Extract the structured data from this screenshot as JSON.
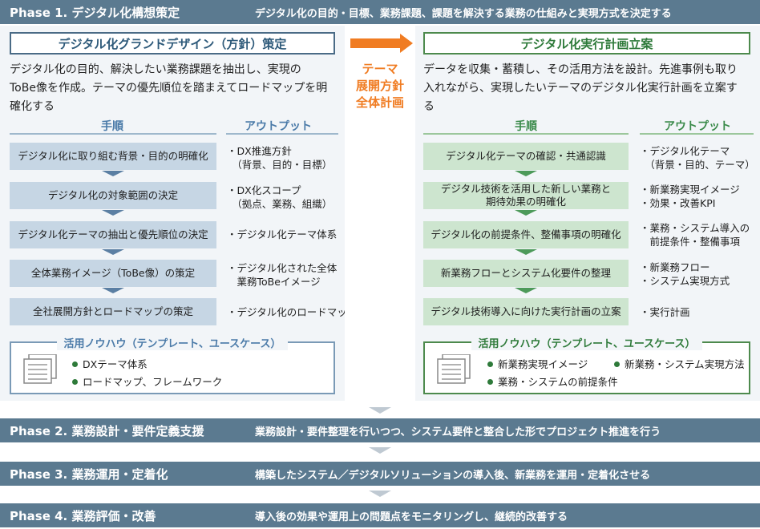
{
  "phase1": {
    "title": "Phase 1. デジタル化構想策定",
    "desc": "デジタル化の目的・目標、業務課題、課題を解決する業務の仕組みと実現方式を決定する"
  },
  "left": {
    "heading": "デジタル化グランドデザイン（方針）策定",
    "para": [
      "デジタル化の目的、解決したい業務課題を抽出し、実現の",
      "ToBe像を作成。テーマの優先順位を踏まえてロードマップを明",
      "確化する"
    ],
    "steps_header": "手順",
    "outputs_header": "アウトプット",
    "steps": [
      "デジタル化に取り組む背景・目的の明確化",
      "デジタル化の対象範囲の決定",
      "デジタル化テーマの抽出と優先順位の決定",
      "全体業務イメージ（ToBe像）の策定",
      "全社展開方針とロードマップの策定"
    ],
    "outputs": [
      [
        "・DX推進方針",
        "　（背景、目的・目標）"
      ],
      [
        "・DX化スコープ",
        "　（拠点、業務、組織）"
      ],
      [
        "・デジタル化テーマ体系"
      ],
      [
        "・デジタル化された全体",
        "　業務ToBeイメージ"
      ],
      [
        "・デジタル化のロードマップ"
      ]
    ],
    "knowhow_title": "活用ノウハウ（テンプレート、ユースケース）",
    "knowhow_items": [
      "DXテーマ体系",
      "ロードマップ、フレームワーク"
    ]
  },
  "center": {
    "lines": [
      "テーマ",
      "展開方針",
      "全体計画"
    ],
    "arrow_color": "#f07c22"
  },
  "right": {
    "heading": "デジタル化実行計画立案",
    "para": [
      "データを収集・蓄積し、その活用方法を設計。先進事例も取り",
      "入れながら、実現したいテーマのデジタル化実行計画を立案す",
      "る"
    ],
    "steps_header": "手順",
    "outputs_header": "アウトプット",
    "steps": [
      [
        "デジタル化テーマの確認・共通認識"
      ],
      [
        "デジタル技術を活用した新しい業務と",
        "期待効果の明確化"
      ],
      [
        "デジタル化の前提条件、整備事項の明確化"
      ],
      [
        "新業務フローとシステム化要件の整理"
      ],
      [
        "デジタル技術導入に向けた実行計画の立案"
      ]
    ],
    "outputs": [
      [
        "・デジタル化テーマ",
        "　（背景・目的、テーマ）"
      ],
      [
        "・新業務実現イメージ",
        "・効果・改善KPI"
      ],
      [
        "・業務・システム導入の",
        "　前提条件・整備事項"
      ],
      [
        "・新業務フロー",
        "・システム実現方式"
      ],
      [
        "・実行計画"
      ]
    ],
    "knowhow_title": "活用ノウハウ（テンプレート、ユースケース）",
    "knowhow_items": [
      "新業務実現イメージ",
      "新業務・システム実現方法",
      "業務・システムの前提条件"
    ]
  },
  "phase2": {
    "title": "Phase 2. 業務設計・要件定義支援",
    "desc": "業務設計・要件整理を行いつつ、システム要件と整合した形でプロジェクト推進を行う"
  },
  "phase3": {
    "title": "Phase 3. 業務運用・定着化",
    "desc": "構築したシステム／デジタルソリューションの導入後、新業務を運用・定着化させる"
  },
  "phase4": {
    "title": "Phase 4. 業務評価・改善",
    "desc": "導入後の効果や運用上の問題点をモニタリングし、継続的改善する"
  },
  "colors": {
    "phase_bar": "#5b7a90",
    "accent": "#f07c22",
    "blue_step": "#c6d6e4",
    "green_step": "#cde5cf"
  }
}
